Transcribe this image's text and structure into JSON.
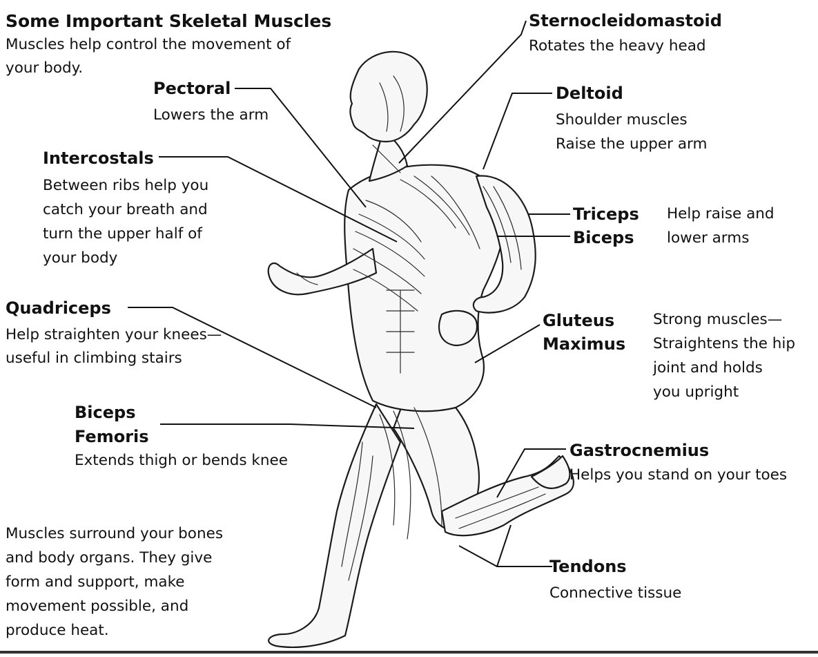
{
  "title": "Some Important Skeletal Muscles",
  "subtitle": [
    "Muscles help control the movement of",
    "your body."
  ],
  "muscles": {
    "sternocleidomastoid": {
      "name": "Sternocleidomastoid",
      "desc": "Rotates the heavy head"
    },
    "pectoral": {
      "name": "Pectoral",
      "desc": "Lowers the arm"
    },
    "deltoid": {
      "name": "Deltoid",
      "desc": [
        "Shoulder muscles",
        "Raise the upper arm"
      ]
    },
    "intercostals": {
      "name": "Intercostals",
      "desc": [
        "Between ribs help you",
        "catch your breath and",
        "turn the upper half of",
        "your body"
      ]
    },
    "triceps": {
      "name": "Triceps"
    },
    "biceps": {
      "name": "Biceps"
    },
    "arms_desc": [
      "Help raise and",
      "lower arms"
    ],
    "quadriceps": {
      "name": "Quadriceps",
      "desc": [
        "Help straighten your knees—",
        "useful in climbing stairs"
      ]
    },
    "gluteus": {
      "name": [
        "Gluteus",
        "Maximus"
      ],
      "desc": [
        "Strong muscles—",
        "Straightens the hip",
        "joint and holds",
        "you upright"
      ]
    },
    "biceps_femoris": {
      "name": [
        "Biceps",
        "Femoris"
      ],
      "desc": "Extends thigh or bends knee"
    },
    "gastrocnemius": {
      "name": "Gastrocnemius",
      "desc": "Helps you stand on your toes"
    },
    "tendons": {
      "name": "Tendons",
      "desc": "Connective tissue"
    }
  },
  "paragraph": [
    "Muscles surround your bones",
    "and body organs. They give",
    "form and support, make",
    "movement possible, and",
    "produce heat."
  ]
}
